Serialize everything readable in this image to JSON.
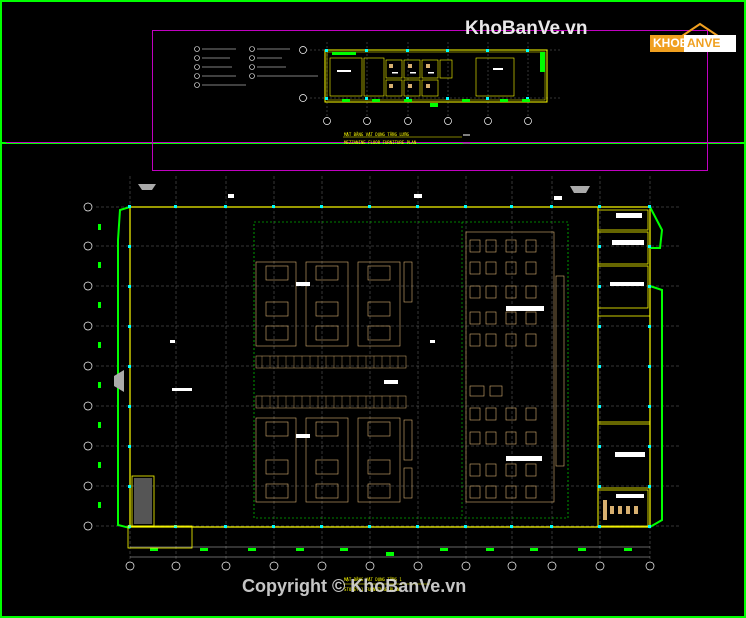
{
  "watermark_top": "KhoBanVe.vn",
  "watermark_bottom": "Copyright © KhoBanVe.vn",
  "logo": {
    "khob": "KHOB",
    "anve": "ANVE"
  },
  "mezzanine_titles": [
    "MẶT BẰNG VẬT DỤNG TẦNG LỬNG",
    "MEZZANINE FLOOR FURNITURE PLAN"
  ],
  "ground_titles": [
    "MẶT BẰNG VẬT DỤNG TẦNG 1",
    "STOREY 1 FURNITURE PLAN"
  ],
  "colors": {
    "frame": "#00ff00",
    "magenta": "#c000c0",
    "wall": "#ffff00",
    "column": "#00ffff",
    "furniture": "#d8b070",
    "grid": "#ffffff",
    "door": "#00ff00"
  }
}
